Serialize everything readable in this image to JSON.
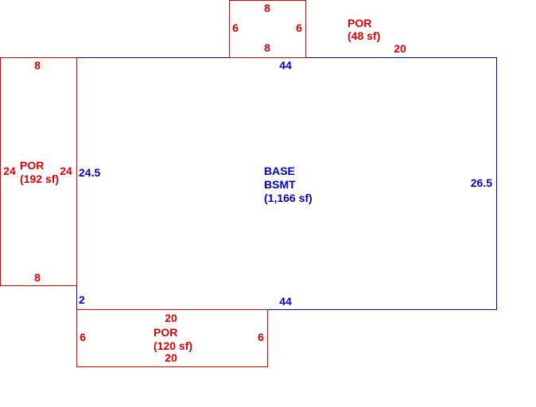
{
  "colors": {
    "porch": "#e00000",
    "basement": "#0000cc"
  },
  "basement": {
    "name_line1": "BASE",
    "name_line2": "BSMT",
    "area": "(1,166 sf)",
    "dim_top": "44",
    "dim_bottom": "44",
    "dim_left": "24.5",
    "dim_right": "26.5",
    "dim_jog": "2"
  },
  "porch_top": {
    "name": "POR",
    "area": "(48 sf)",
    "dim_top": "8",
    "dim_bottom": "8",
    "dim_left": "6",
    "dim_right": "6",
    "dim_offset": "20"
  },
  "porch_left": {
    "name": "POR",
    "area": "(192 sf)",
    "dim_top": "8",
    "dim_bottom": "8",
    "dim_left": "24",
    "dim_right": "24"
  },
  "porch_bottom": {
    "name": "POR",
    "area": "(120 sf)",
    "dim_top": "20",
    "dim_bottom": "20",
    "dim_left": "6",
    "dim_right": "6"
  }
}
